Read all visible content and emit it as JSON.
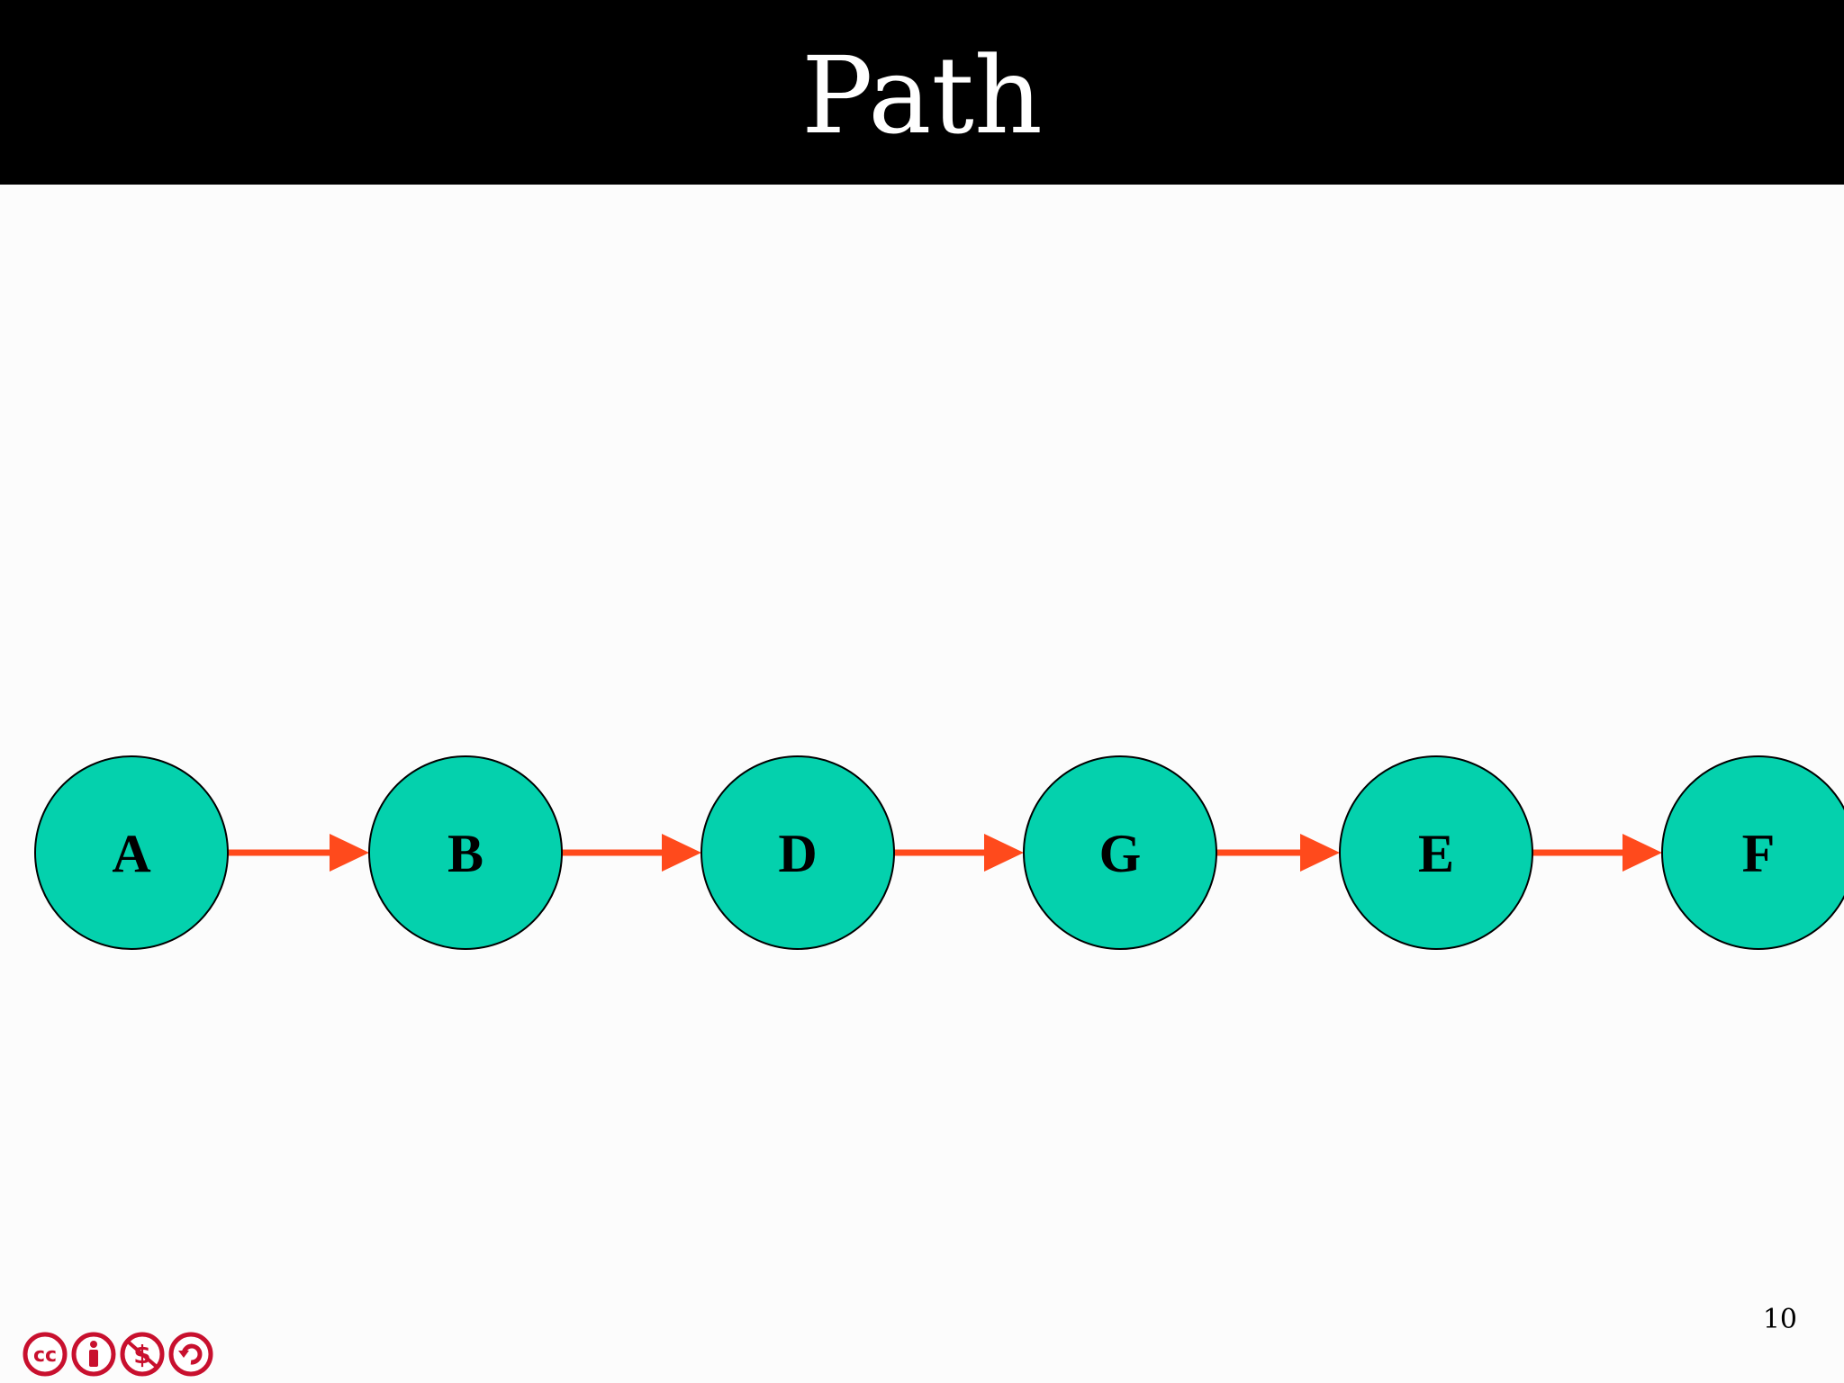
{
  "title": "Path",
  "page_number": "10",
  "colors": {
    "node_fill": "#04d1ad",
    "node_stroke": "#000000",
    "edge": "#ff4a1c",
    "title_bar": "#000000",
    "license": "#c8102e"
  },
  "nodes": [
    {
      "id": "A",
      "label": "A"
    },
    {
      "id": "B",
      "label": "B"
    },
    {
      "id": "D",
      "label": "D"
    },
    {
      "id": "G",
      "label": "G"
    },
    {
      "id": "E",
      "label": "E"
    },
    {
      "id": "F",
      "label": "F"
    }
  ],
  "edges": [
    {
      "from": "A",
      "to": "B"
    },
    {
      "from": "B",
      "to": "D"
    },
    {
      "from": "D",
      "to": "G"
    },
    {
      "from": "G",
      "to": "E"
    },
    {
      "from": "E",
      "to": "F"
    }
  ],
  "license_icons": [
    "cc-icon",
    "by-icon",
    "nc-icon",
    "sa-icon"
  ]
}
